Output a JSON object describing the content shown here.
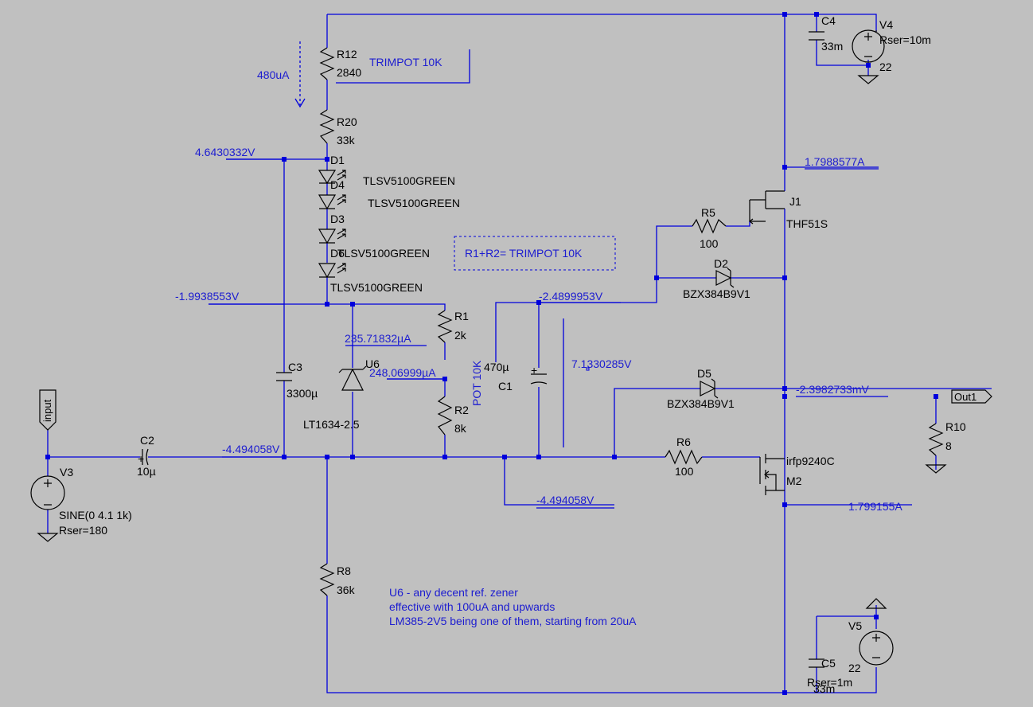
{
  "schematic": {
    "colors": {
      "background": "#c0c0c0",
      "wire": "#0000dc",
      "symbol": "#000000",
      "annotation": "#1c1cd0"
    },
    "components": {
      "r12": {
        "name": "R12",
        "value": "2840"
      },
      "r20": {
        "name": "R20",
        "value": "33k"
      },
      "r1": {
        "name": "R1",
        "value": "2k"
      },
      "r2": {
        "name": "R2",
        "value": "8k"
      },
      "r5": {
        "name": "R5",
        "value": "100"
      },
      "r6": {
        "name": "R6",
        "value": "100"
      },
      "r8": {
        "name": "R8",
        "value": "36k"
      },
      "r10": {
        "name": "R10",
        "value": "8"
      },
      "c1": {
        "name": "C1",
        "value": "470µ"
      },
      "c2": {
        "name": "C2",
        "value": "10µ"
      },
      "c3": {
        "name": "C3",
        "value": "3300µ"
      },
      "c4": {
        "name": "C4",
        "value": "33m"
      },
      "c5": {
        "name": "C5",
        "value": "33m"
      },
      "d1": {
        "name": "D1",
        "value": "TLSV5100GREEN"
      },
      "d4": {
        "name": "D4",
        "value": "TLSV5100GREEN"
      },
      "d3": {
        "name": "D3",
        "value": "D6"
      },
      "d6_value": "TLSV5100GREEN",
      "d6b_value": "TLSV5100GREEN",
      "d2": {
        "name": "D2",
        "value": "BZX384B9V1"
      },
      "d5": {
        "name": "D5",
        "value": "BZX384B9V1"
      },
      "u6": {
        "name": "U6",
        "value": "LT1634-2.5"
      },
      "j1": {
        "name": "J1",
        "value": "THF51S"
      },
      "m2": {
        "name": "M2",
        "value": "irfp9240C"
      },
      "v3": {
        "name": "V3",
        "value": "SINE(0 4.1 1k)",
        "rser": "Rser=180"
      },
      "v4": {
        "name": "V4",
        "value": "22",
        "rser": "Rser=10m"
      },
      "v5": {
        "name": "V5",
        "value": "22",
        "rser": "Rser=1m"
      }
    },
    "labels": {
      "input": "input",
      "out": "Out1"
    },
    "probes": {
      "v_top": "4.6430332V",
      "v_mid": "-1.9938553V",
      "v_in": "-4.494058V",
      "v_bottom": "-4.494058V",
      "v_gate": "-2.4899953V",
      "v_c1": "7.1330285V",
      "v_out": "-2.3982733mV",
      "i_j1": "1.7988577A",
      "i_m2": "1.799155A",
      "i_u6": "235.71832µA",
      "i_r2": "248.06999µA",
      "i_r12": "480uA"
    },
    "notes": {
      "trimpot": "TRIMPOT 10K",
      "pot": "POT 10K",
      "box": "R1+R2= TRIMPOT 10K",
      "u6_line1": "U6 - any decent ref. zener",
      "u6_line2": "effective with 100uA and upwards",
      "u6_line3": "LM385-2V5 being one of them, starting from 20uA"
    }
  }
}
